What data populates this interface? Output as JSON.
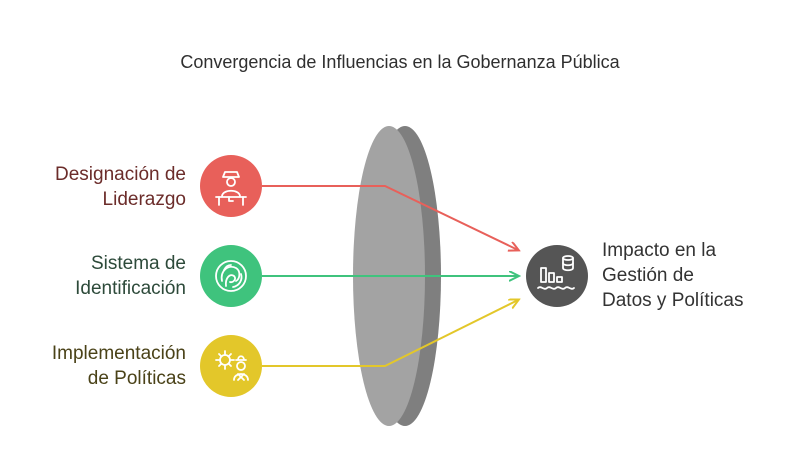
{
  "title": "Convergencia de Influencias en la Gobernanza Pública",
  "inputs": [
    {
      "label_line1": "Designación de",
      "label_line2": "Liderazgo",
      "color": "#E8605A",
      "icon": "leader-at-desk-icon"
    },
    {
      "label_line1": "Sistema de",
      "label_line2": "Identificación",
      "color": "#3FC37D",
      "icon": "fingerprint-icon"
    },
    {
      "label_line1": "Implementación",
      "label_line2": "de Políticas",
      "color": "#E3C72A",
      "icon": "gears-worker-icon"
    }
  ],
  "output": {
    "label_line1": "Impacto en la",
    "label_line2": "Gestión de",
    "label_line3": "Datos y Políticas",
    "color": "#555555",
    "icon": "data-chart-icon"
  },
  "lens": {
    "color": "#9E9E9E"
  }
}
